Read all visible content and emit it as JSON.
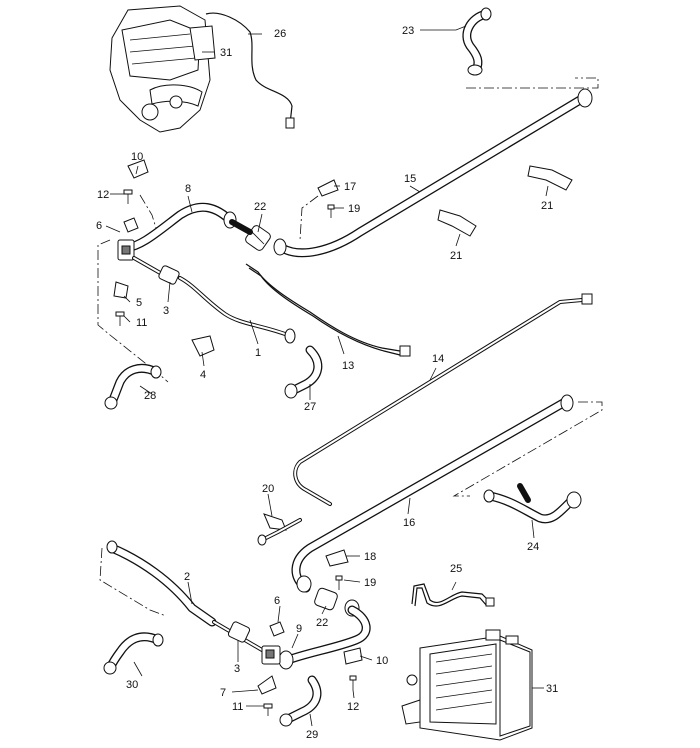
{
  "diagram": {
    "type": "exploded-parts-diagram",
    "callouts": [
      {
        "id": "c1",
        "label": "1"
      },
      {
        "id": "c2",
        "label": "2"
      },
      {
        "id": "c3a",
        "label": "3"
      },
      {
        "id": "c3b",
        "label": "3"
      },
      {
        "id": "c4",
        "label": "4"
      },
      {
        "id": "c5",
        "label": "5"
      },
      {
        "id": "c6a",
        "label": "6"
      },
      {
        "id": "c6b",
        "label": "6"
      },
      {
        "id": "c7",
        "label": "7"
      },
      {
        "id": "c8",
        "label": "8"
      },
      {
        "id": "c9",
        "label": "9"
      },
      {
        "id": "c10a",
        "label": "10"
      },
      {
        "id": "c10b",
        "label": "10"
      },
      {
        "id": "c11a",
        "label": "11"
      },
      {
        "id": "c11b",
        "label": "11"
      },
      {
        "id": "c12a",
        "label": "12"
      },
      {
        "id": "c12b",
        "label": "12"
      },
      {
        "id": "c13",
        "label": "13"
      },
      {
        "id": "c14",
        "label": "14"
      },
      {
        "id": "c15",
        "label": "15"
      },
      {
        "id": "c16",
        "label": "16"
      },
      {
        "id": "c17",
        "label": "17"
      },
      {
        "id": "c18",
        "label": "18"
      },
      {
        "id": "c19a",
        "label": "19"
      },
      {
        "id": "c19b",
        "label": "19"
      },
      {
        "id": "c20",
        "label": "20"
      },
      {
        "id": "c21a",
        "label": "21"
      },
      {
        "id": "c21b",
        "label": "21"
      },
      {
        "id": "c22a",
        "label": "22"
      },
      {
        "id": "c22b",
        "label": "22"
      },
      {
        "id": "c23",
        "label": "23"
      },
      {
        "id": "c24",
        "label": "24"
      },
      {
        "id": "c25",
        "label": "25"
      },
      {
        "id": "c26",
        "label": "26"
      },
      {
        "id": "c27",
        "label": "27"
      },
      {
        "id": "c28",
        "label": "28"
      },
      {
        "id": "c29",
        "label": "29"
      },
      {
        "id": "c30",
        "label": "30"
      },
      {
        "id": "c31a",
        "label": "31"
      },
      {
        "id": "c31b",
        "label": "31"
      }
    ]
  }
}
